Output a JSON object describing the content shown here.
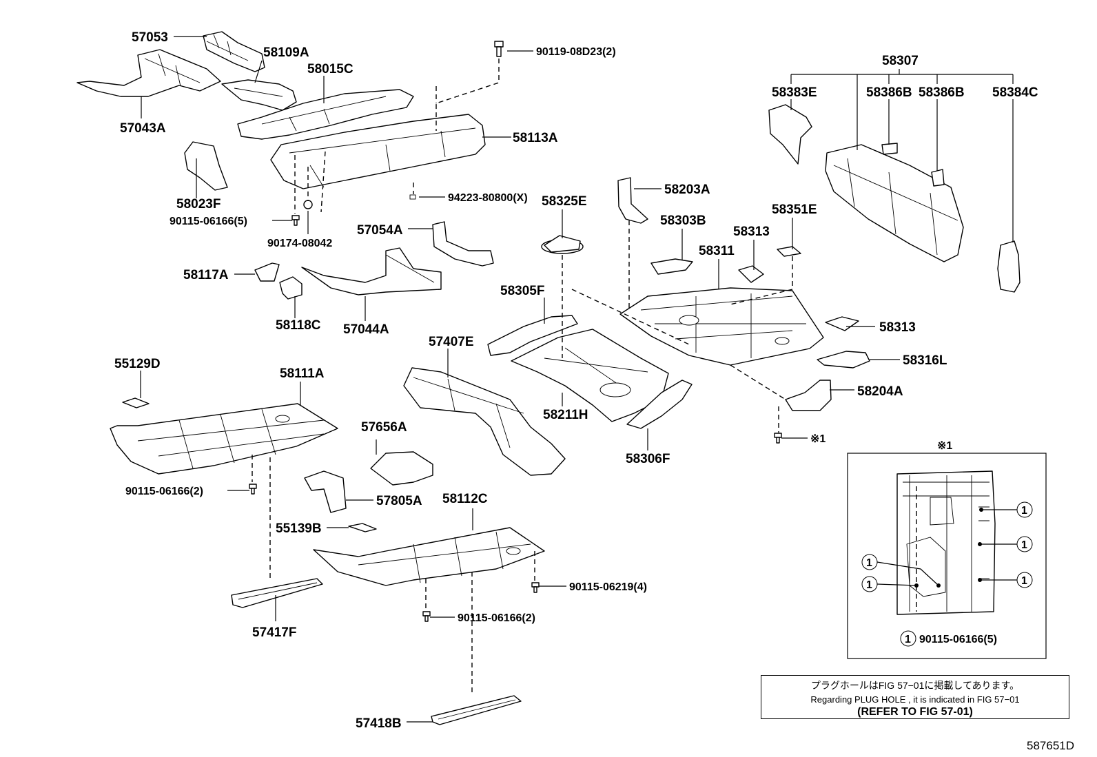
{
  "labels": {
    "p57053": "57053",
    "p58109A": "58109A",
    "p58015C": "58015C",
    "p57043A": "57043A",
    "p90119_08D23": "90119-08D23(2)",
    "p58113A": "58113A",
    "p58023F": "58023F",
    "p90115_06166_5": "90115-06166(5)",
    "p90174_08042": "90174-08042",
    "p94223_80800": "94223-80800(X)",
    "p58325E": "58325E",
    "p58203A": "58203A",
    "p58303B": "58303B",
    "p58313a": "58313",
    "p58351E": "58351E",
    "p58311": "58311",
    "p58307": "58307",
    "p58383E": "58383E",
    "p58386B_1": "58386B",
    "p58386B_2": "58386B",
    "p58384C": "58384C",
    "p57054A": "57054A",
    "p58117A": "58117A",
    "p58118C": "58118C",
    "p57044A": "57044A",
    "p58305F": "58305F",
    "p57407E": "57407E",
    "p58313b": "58313",
    "p58316L": "58316L",
    "p58204A": "58204A",
    "p58211H": "58211H",
    "p58306F": "58306F",
    "p55129D": "55129D",
    "p58111A": "58111A",
    "p57656A": "57656A",
    "p57805A": "57805A",
    "p90115_06166_2a": "90115-06166(2)",
    "p58112C": "58112C",
    "p55139B": "55139B",
    "p90115_06219": "90115-06219(4)",
    "p90115_06166_2b": "90115-06166(2)",
    "p57417F": "57417F",
    "p57418B": "57418B",
    "asterisk_ref": "※1"
  },
  "inset": {
    "title": "※1",
    "callout": "1",
    "legend_part": "90115-06166(5)"
  },
  "note": {
    "line_jp": "プラグホールはFIG 57−01に掲載してあります。",
    "line_en": "Regarding  PLUG  HOLE , it is indicated in FIG  57−01",
    "line_ref": "(REFER TO FIG 57-01)"
  },
  "figure_id": "587651D"
}
